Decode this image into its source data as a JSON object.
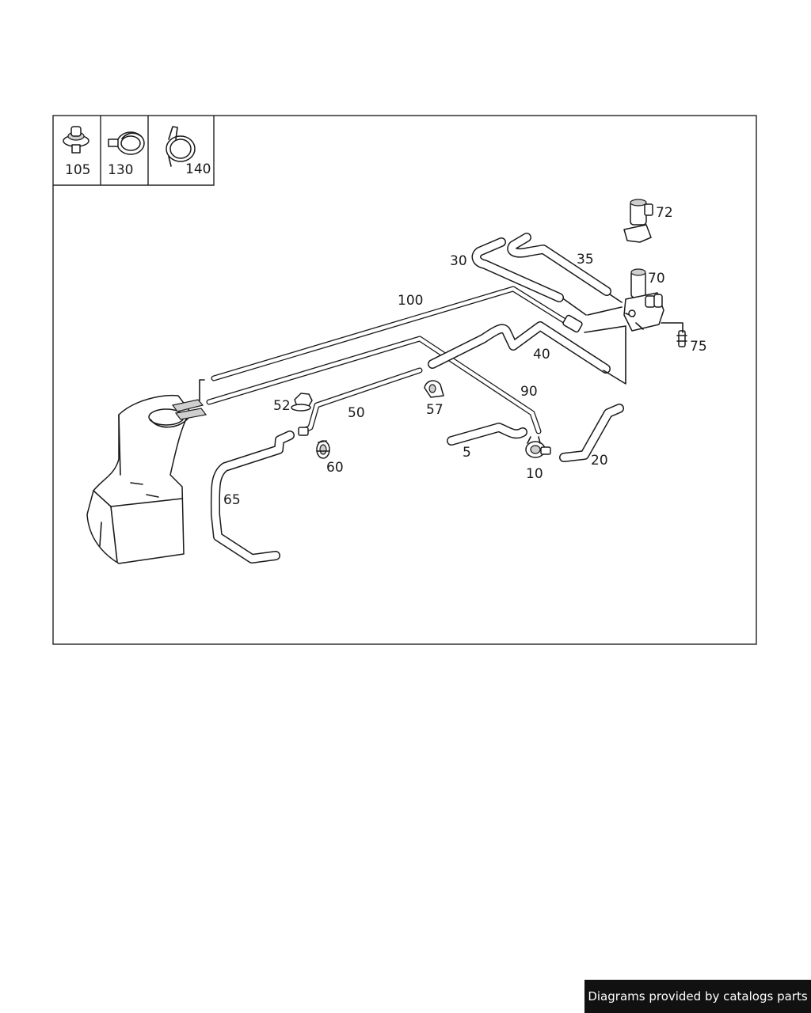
{
  "diagram": {
    "legend_items": [
      {
        "number": "105",
        "icon": "grommet-icon"
      },
      {
        "number": "130",
        "icon": "hose-clamp-icon"
      },
      {
        "number": "140",
        "icon": "spring-clamp-icon"
      }
    ],
    "callouts": {
      "p5": "5",
      "p10": "10",
      "p20": "20",
      "p30": "30",
      "p35": "35",
      "p40": "40",
      "p50": "50",
      "p52": "52",
      "p57": "57",
      "p60": "60",
      "p65": "65",
      "p70": "70",
      "p72": "72",
      "p75": "75",
      "p90": "90",
      "p100": "100"
    }
  },
  "footer": {
    "credit": "Diagrams provided by catalogs parts"
  }
}
